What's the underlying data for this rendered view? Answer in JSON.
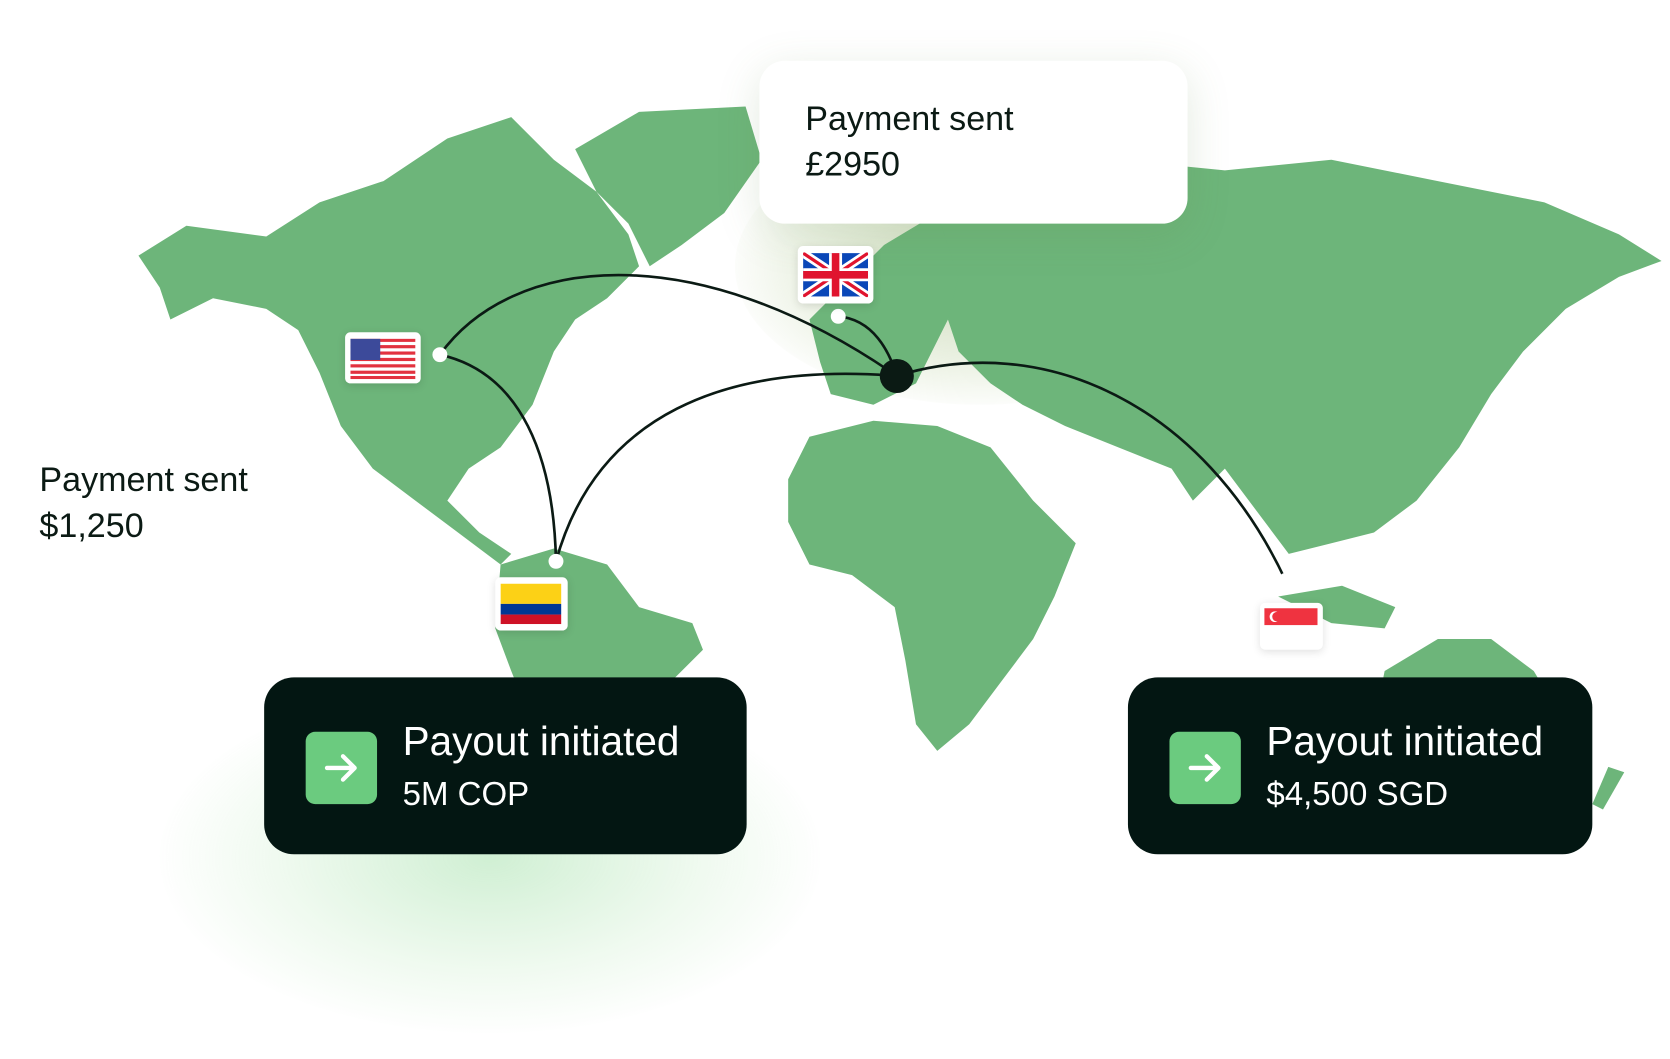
{
  "colors": {
    "land": "#6db57a",
    "card_dark": "#031612",
    "accent_green": "#6bcb7f",
    "route_line": "#0b1a14"
  },
  "payment_card_gbp": {
    "title": "Payment sent",
    "amount": "£2950"
  },
  "payment_label_usd": {
    "title": "Payment sent",
    "amount": "$1,250"
  },
  "payouts": [
    {
      "title": "Payout initiated",
      "amount": "5M COP",
      "icon": "arrow-right-icon"
    },
    {
      "title": "Payout initiated",
      "amount": "$4,500 SGD",
      "icon": "arrow-right-icon"
    }
  ],
  "flags": [
    "united-states",
    "united-kingdom",
    "colombia",
    "singapore"
  ]
}
